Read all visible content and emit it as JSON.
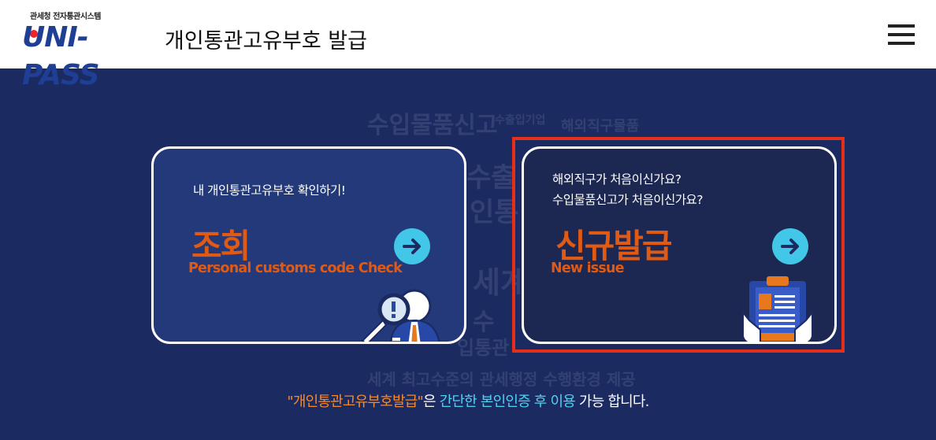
{
  "header": {
    "logo_sub": "관세청 전자통관시스템",
    "logo_text": "UNI-PASS",
    "title": "개인통관고유부호  발급",
    "menu_icon": "hamburger-menu-icon"
  },
  "background_words": [
    "수입물품신고",
    "수출입기업",
    "해외직구물품",
    "수출",
    "인통",
    "세계",
    "수",
    "입통관",
    "세계 최고수준의 관세행정 수행환경 제공"
  ],
  "cards": {
    "lookup": {
      "intro": "내 개인통관고유부호 확인하기!",
      "title": "조회",
      "subtitle": "Personal customs code Check",
      "arrow_icon": "arrow-right-icon",
      "illustration": "magnifier-person-icon"
    },
    "issue": {
      "intro_line1": "해외직구가 처음이신가요?",
      "intro_line2": "수입물품신고가 처음이신가요?",
      "title": "신규발급",
      "subtitle": "New issue",
      "arrow_icon": "arrow-right-icon",
      "illustration": "clipboard-hands-icon"
    }
  },
  "footer": {
    "part1": "\"개인통관고유부호발급\"",
    "part2": "은 ",
    "part3": "간단한 본인인증 후 이용",
    "part4": " 가능 합니다."
  },
  "colors": {
    "background": "#1b2b62",
    "accent_orange": "#e05a13",
    "accent_cyan": "#42c7e8",
    "highlight_red": "#e42f1b"
  }
}
